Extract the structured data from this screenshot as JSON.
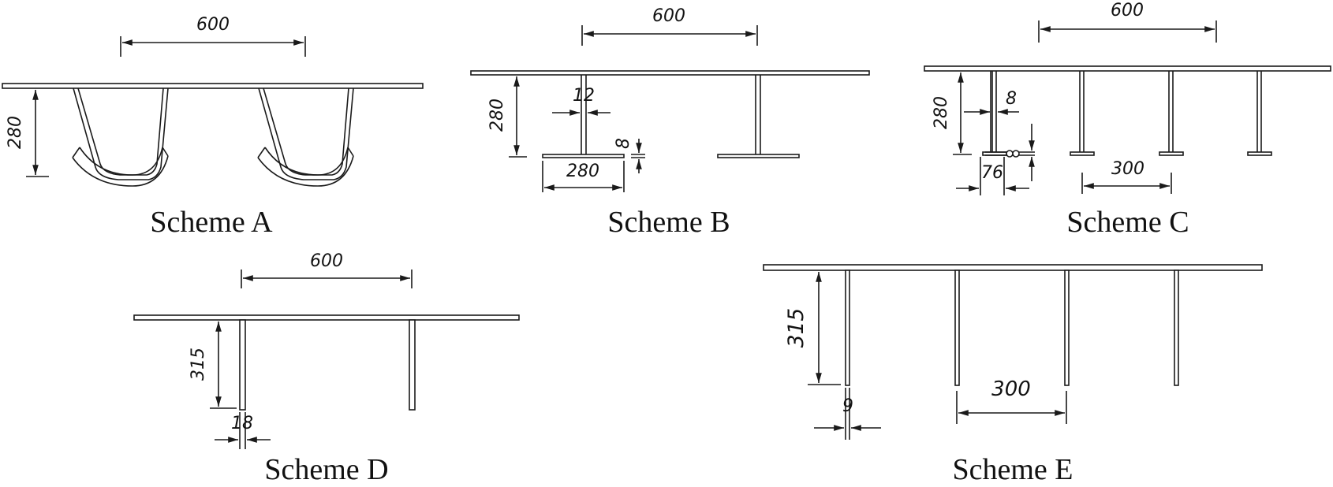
{
  "schemes": {
    "a": {
      "caption": "Scheme A",
      "dim_span": "600",
      "dim_height": "280"
    },
    "b": {
      "caption": "Scheme B",
      "dim_span": "600",
      "dim_height": "280",
      "dim_web": "12",
      "dim_flange_thk": "8",
      "dim_flange_w": "280"
    },
    "c": {
      "caption": "Scheme C",
      "dim_span": "600",
      "dim_height": "280",
      "dim_web": "8",
      "dim_foot": "76",
      "dim_spacing": "300"
    },
    "d": {
      "caption": "Scheme D",
      "dim_span": "600",
      "dim_height": "315",
      "dim_leg": "18"
    },
    "e": {
      "caption": "Scheme E",
      "dim_height": "315",
      "dim_leg": "9",
      "dim_spacing": "300"
    }
  }
}
